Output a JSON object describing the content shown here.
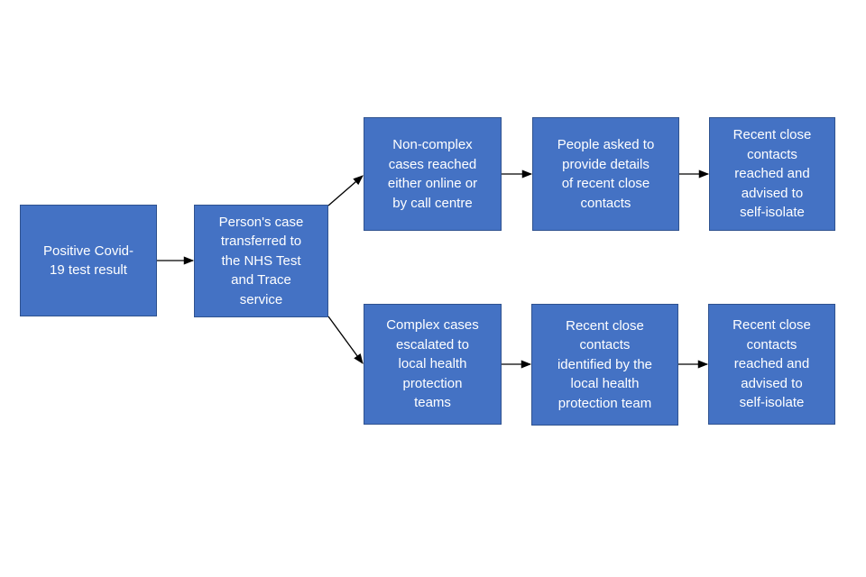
{
  "colors": {
    "node_fill": "#4472C4",
    "node_border": "#2F528F",
    "node_text": "#FFFFFF",
    "arrow": "#000000",
    "background": "#FFFFFF"
  },
  "diagram": {
    "nodes": [
      {
        "id": "positive-test-result",
        "label": "Positive Covid-\n19 test result"
      },
      {
        "id": "case-transferred",
        "label": "Person's case\ntransferred to\nthe NHS Test\nand Trace\nservice"
      },
      {
        "id": "non-complex-cases",
        "label": "Non-complex\ncases reached\neither online or\nby call centre"
      },
      {
        "id": "provide-details",
        "label": "People asked to\nprovide details\nof recent close\ncontacts"
      },
      {
        "id": "contacts-isolate-top",
        "label": "Recent close\ncontacts\nreached and\nadvised to\nself-isolate"
      },
      {
        "id": "complex-cases",
        "label": "Complex cases\nescalated to\nlocal health\nprotection\nteams"
      },
      {
        "id": "contacts-identified",
        "label": "Recent close\ncontacts\nidentified by the\nlocal health\nprotection team"
      },
      {
        "id": "contacts-isolate-bottom",
        "label": "Recent close\ncontacts\nreached and\nadvised to\nself-isolate"
      }
    ],
    "edges": [
      {
        "from": "positive-test-result",
        "to": "case-transferred"
      },
      {
        "from": "case-transferred",
        "to": "non-complex-cases"
      },
      {
        "from": "case-transferred",
        "to": "complex-cases"
      },
      {
        "from": "non-complex-cases",
        "to": "provide-details"
      },
      {
        "from": "provide-details",
        "to": "contacts-isolate-top"
      },
      {
        "from": "complex-cases",
        "to": "contacts-identified"
      },
      {
        "from": "contacts-identified",
        "to": "contacts-isolate-bottom"
      }
    ]
  }
}
